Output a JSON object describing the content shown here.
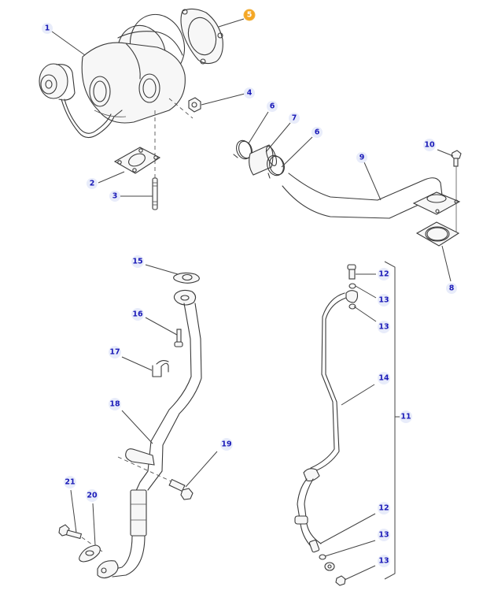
{
  "diagram": {
    "title": "Turbocharger and oil lines exploded parts view",
    "highlight_color": "#f5a623",
    "callout_text_color": "#1a1ab8",
    "callouts": [
      {
        "id": "c1",
        "label": "1",
        "part": "turbocharger",
        "highlighted": false
      },
      {
        "id": "c5",
        "label": "5",
        "part": "gasket",
        "highlighted": true
      },
      {
        "id": "c4",
        "label": "4",
        "part": "nut",
        "highlighted": false
      },
      {
        "id": "c2",
        "label": "2",
        "part": "gasket",
        "highlighted": false
      },
      {
        "id": "c3",
        "label": "3",
        "part": "stud",
        "highlighted": false
      },
      {
        "id": "c6a",
        "label": "6",
        "part": "clamp",
        "highlighted": false
      },
      {
        "id": "c7",
        "label": "7",
        "part": "hose",
        "highlighted": false
      },
      {
        "id": "c6b",
        "label": "6",
        "part": "clamp",
        "highlighted": false
      },
      {
        "id": "c9",
        "label": "9",
        "part": "elbow pipe",
        "highlighted": false
      },
      {
        "id": "c10",
        "label": "10",
        "part": "bolt",
        "highlighted": false
      },
      {
        "id": "c8",
        "label": "8",
        "part": "gasket",
        "highlighted": false
      },
      {
        "id": "c15",
        "label": "15",
        "part": "gasket",
        "highlighted": false
      },
      {
        "id": "c16",
        "label": "16",
        "part": "bolt",
        "highlighted": false
      },
      {
        "id": "c17",
        "label": "17",
        "part": "clip",
        "highlighted": false
      },
      {
        "id": "c18",
        "label": "18",
        "part": "oil return tube",
        "highlighted": false
      },
      {
        "id": "c19",
        "label": "19",
        "part": "bolt",
        "highlighted": false
      },
      {
        "id": "c21",
        "label": "21",
        "part": "bolt",
        "highlighted": false
      },
      {
        "id": "c20",
        "label": "20",
        "part": "gasket",
        "highlighted": false
      },
      {
        "id": "c12a",
        "label": "12",
        "part": "banjo bolt",
        "highlighted": false
      },
      {
        "id": "c13a",
        "label": "13",
        "part": "washer",
        "highlighted": false
      },
      {
        "id": "c13b",
        "label": "13",
        "part": "washer",
        "highlighted": false
      },
      {
        "id": "c14",
        "label": "14",
        "part": "oil feed tube",
        "highlighted": false
      },
      {
        "id": "c11",
        "label": "11",
        "part": "oil feed tube assembly",
        "highlighted": false
      },
      {
        "id": "c12b",
        "label": "12",
        "part": "banjo bolt",
        "highlighted": false
      },
      {
        "id": "c13c",
        "label": "13",
        "part": "washer",
        "highlighted": false
      },
      {
        "id": "c13d",
        "label": "13",
        "part": "washer",
        "highlighted": false
      }
    ]
  }
}
